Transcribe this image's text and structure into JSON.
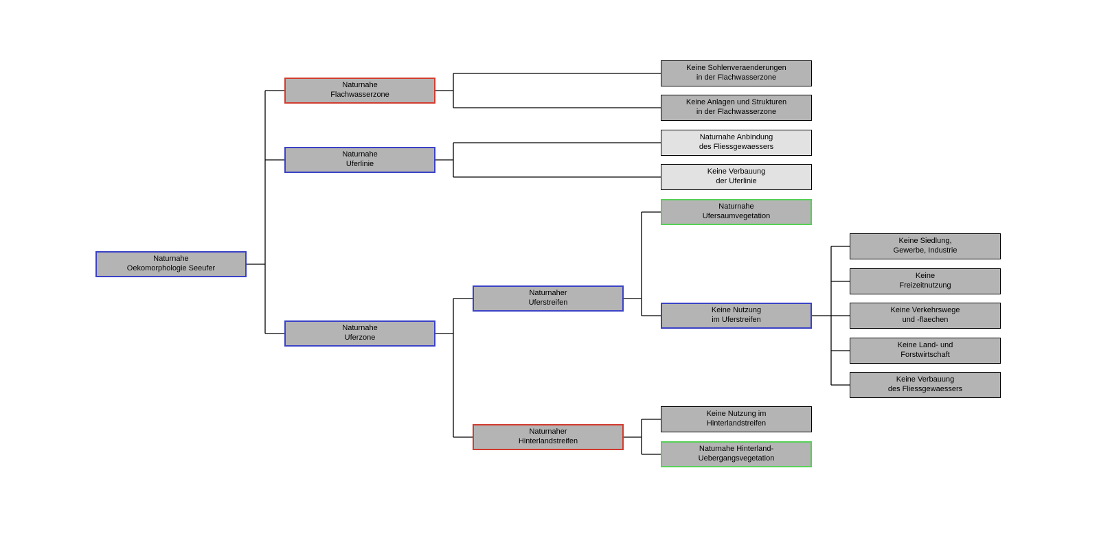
{
  "colors": {
    "border_red": "#d23b2e",
    "border_blue": "#3a41c6",
    "border_green": "#57d057",
    "border_black": "#000000",
    "fill_gray": "#b4b4b4",
    "fill_light": "#e2e2e2",
    "connector": "#000000",
    "background": "#ffffff"
  },
  "nodes": {
    "root": {
      "label": "Naturnahe\nOekomorphologie Seeufer",
      "border": "blue",
      "fill": "gray"
    },
    "flachwasserzone": {
      "label": "Naturnahe\nFlachwasserzone",
      "border": "red",
      "fill": "gray"
    },
    "uferlinie": {
      "label": "Naturnahe\nUferlinie",
      "border": "blue",
      "fill": "gray"
    },
    "uferzone": {
      "label": "Naturnahe\nUferzone",
      "border": "blue",
      "fill": "gray"
    },
    "sohlenveraenderungen": {
      "label": "Keine Sohlenveraenderungen\nin der Flachwasserzone",
      "border": "black",
      "fill": "gray"
    },
    "anlagen_strukturen": {
      "label": "Keine Anlagen und Strukturen\nin der Flachwasserzone",
      "border": "black",
      "fill": "gray"
    },
    "anbindung": {
      "label": "Naturnahe Anbindung\ndes Fliessgewaessers",
      "border": "black",
      "fill": "light"
    },
    "verbauung_uferlinie": {
      "label": "Keine Verbauung\nder Uferlinie",
      "border": "black",
      "fill": "light"
    },
    "uferstreifen": {
      "label": "Naturnaher\nUferstreifen",
      "border": "blue",
      "fill": "gray"
    },
    "hinterlandstreifen": {
      "label": "Naturnaher\nHinterlandstreifen",
      "border": "red",
      "fill": "gray"
    },
    "ufersaumvegetation": {
      "label": "Naturnahe\nUfersaumvegetation",
      "border": "green",
      "fill": "gray"
    },
    "nutzung_uferstreifen": {
      "label": "Keine Nutzung\nim Uferstreifen",
      "border": "blue",
      "fill": "gray"
    },
    "siedlung": {
      "label": "Keine Siedlung,\nGewerbe, Industrie",
      "border": "black",
      "fill": "gray"
    },
    "freizeitnutzung": {
      "label": "Keine\nFreizeitnutzung",
      "border": "black",
      "fill": "gray"
    },
    "verkehrswege": {
      "label": "Keine Verkehrswege\nund -flaechen",
      "border": "black",
      "fill": "gray"
    },
    "land_forstwirtschaft": {
      "label": "Keine Land- und\nForstwirtschaft",
      "border": "black",
      "fill": "gray"
    },
    "verbauung_fliessgewaesser": {
      "label": "Keine Verbauung\ndes Fliessgewaessers",
      "border": "black",
      "fill": "gray"
    },
    "nutzung_hinterlandstreifen": {
      "label": "Keine Nutzung im\nHinterlandstreifen",
      "border": "black",
      "fill": "gray"
    },
    "hinterland_uebergangsvegetation": {
      "label": "Naturnahe Hinterland-\nUebergangsvegetation",
      "border": "green",
      "fill": "gray"
    }
  },
  "edges": [
    {
      "from": "root",
      "to": [
        "flachwasserzone",
        "uferlinie",
        "uferzone"
      ]
    },
    {
      "from": "flachwasserzone",
      "to": [
        "sohlenveraenderungen",
        "anlagen_strukturen"
      ]
    },
    {
      "from": "uferlinie",
      "to": [
        "anbindung",
        "verbauung_uferlinie"
      ]
    },
    {
      "from": "uferzone",
      "to": [
        "uferstreifen",
        "hinterlandstreifen"
      ]
    },
    {
      "from": "uferstreifen",
      "to": [
        "ufersaumvegetation",
        "nutzung_uferstreifen"
      ]
    },
    {
      "from": "nutzung_uferstreifen",
      "to": [
        "siedlung",
        "freizeitnutzung",
        "verkehrswege",
        "land_forstwirtschaft",
        "verbauung_fliessgewaesser"
      ]
    },
    {
      "from": "hinterlandstreifen",
      "to": [
        "nutzung_hinterlandstreifen",
        "hinterland_uebergangsvegetation"
      ]
    }
  ]
}
